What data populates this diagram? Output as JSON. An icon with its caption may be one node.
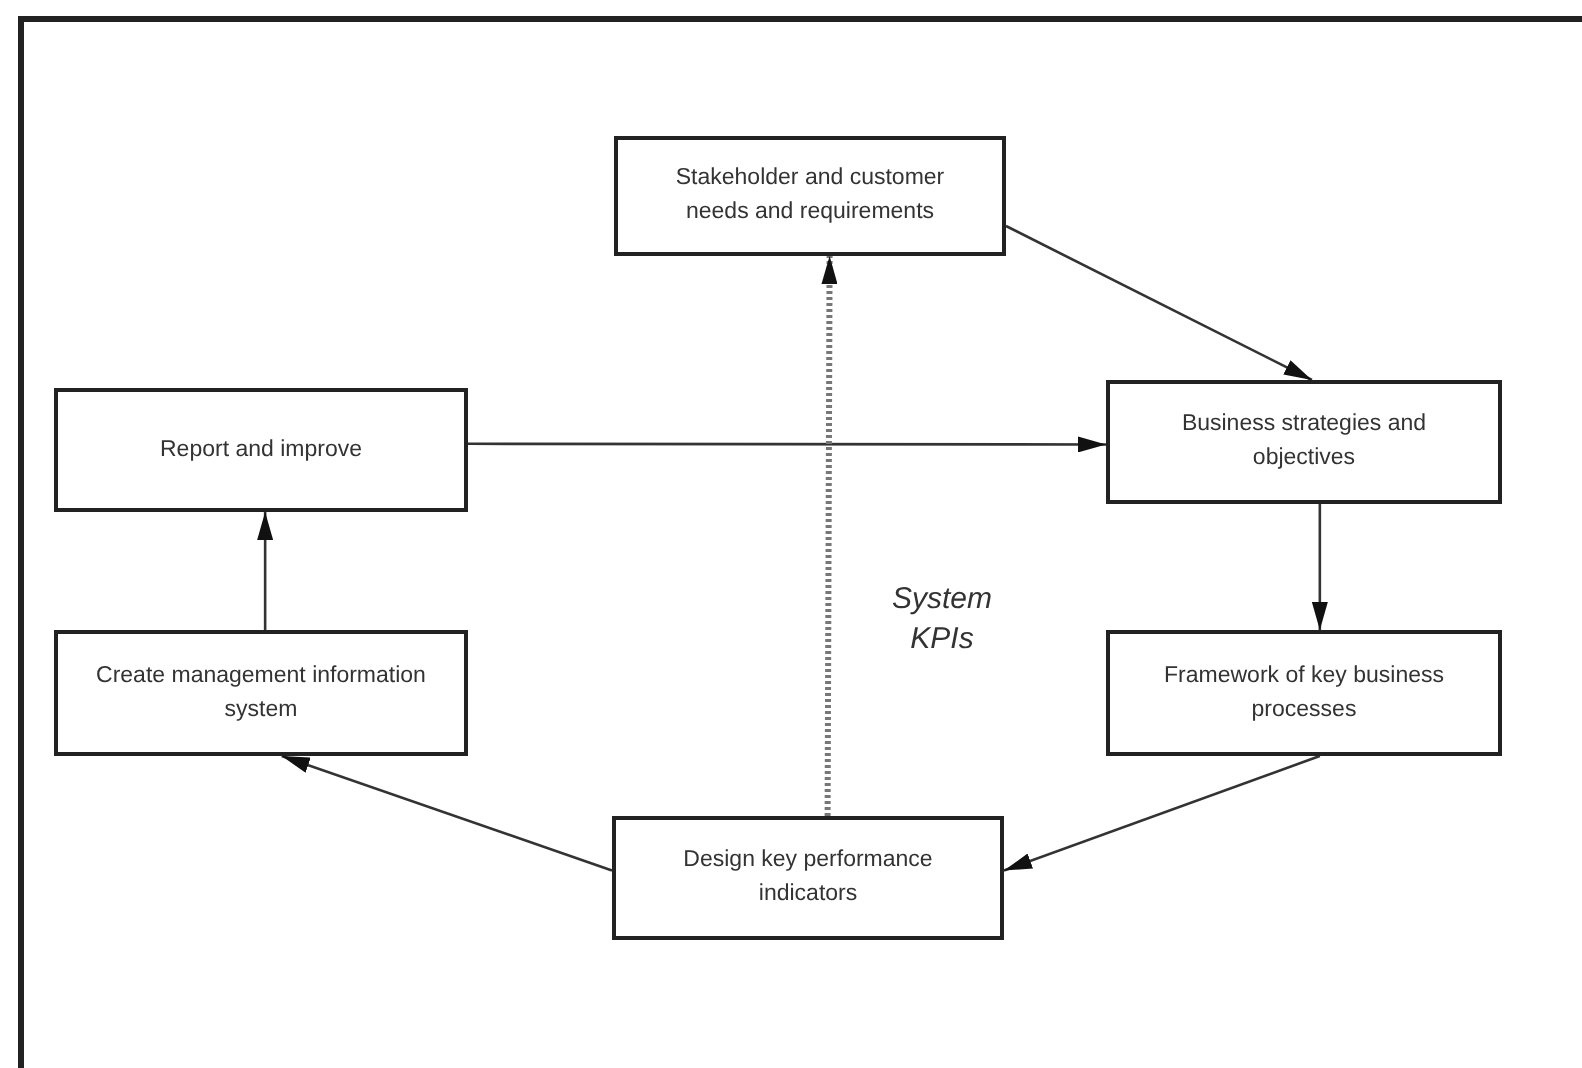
{
  "diagram": {
    "nodes": [
      {
        "text": [
          "Stakeholder and customer needs and requirements"
        ]
      },
      {
        "text": [
          "Business strategies and objectives"
        ]
      },
      {
        "text": [
          "Framework of key business processes"
        ]
      },
      {
        "text": [
          "Design key performance indicators"
        ]
      },
      {
        "text": [
          "Create management information system"
        ]
      },
      {
        "text": [
          "Report and improve"
        ]
      }
    ],
    "edges": [
      {
        "from": 0,
        "to": 1,
        "arrow": "to"
      },
      {
        "from": 5,
        "to": 1,
        "arrow": "to"
      },
      {
        "from": 1,
        "to": 2,
        "arrow": "to"
      },
      {
        "from": 2,
        "to": 3,
        "arrow": "to"
      },
      {
        "from": 3,
        "to": 4,
        "arrow": "to"
      },
      {
        "from": 4,
        "to": 5,
        "arrow": "to"
      },
      {
        "from": 3,
        "to": 0,
        "arrow": "to",
        "style": "dashed"
      }
    ],
    "labels": [
      "System KPIs"
    ]
  }
}
